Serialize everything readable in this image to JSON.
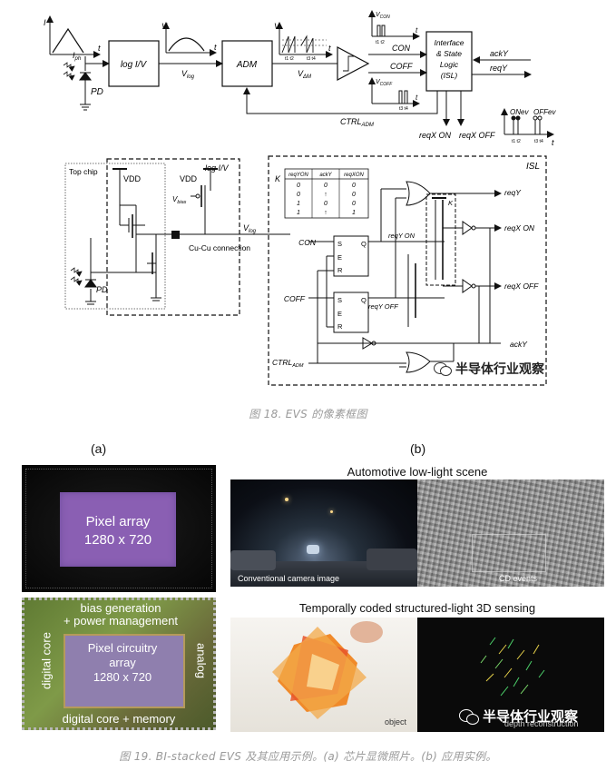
{
  "fig18": {
    "top": {
      "log_iv": "log I/V",
      "adm": "ADM",
      "isl": [
        "Interface",
        "& State",
        "Logic",
        "(ISL)"
      ],
      "i_label": "I",
      "t_label": "t",
      "v_label": "V",
      "iph": "I",
      "iph_sub": "ph",
      "pd": "PD",
      "vlog": "V",
      "vlog_sub": "log",
      "vdelta": "V",
      "vdelta_sub": "ΔM",
      "vcon": "V",
      "vcon_sub": "CON",
      "vcoff": "V",
      "vcoff_sub": "COFF",
      "con": "CON",
      "coff": "COFF",
      "acky": "ackY",
      "reqy": "reqY",
      "ctrl": "CTRL",
      "ctrl_sub": "ADM",
      "reqx_on": "reqX ON",
      "reqx_off": "reqX OFF",
      "onev": "ONev",
      "offev": "OFFev",
      "t1t2": "t1 t2",
      "t3t4": "t3 t4"
    },
    "bottom": {
      "top_chip": "Top chip",
      "vdd1": "VDD",
      "vdd2": "VDD",
      "log_iv": "log I/V",
      "vbias": "V",
      "vbias_sub": "bias",
      "cucu": "Cu-Cu connection",
      "vlog": "V",
      "vlog_sub": "log",
      "pd": "PD",
      "isl": "ISL",
      "k": "K",
      "table_headers": [
        "reqYON",
        "ackY",
        "reqXON"
      ],
      "table_rows": [
        [
          "0",
          "0",
          "0"
        ],
        [
          "0",
          "↑",
          "0"
        ],
        [
          "1",
          "0",
          "0"
        ],
        [
          "1",
          "↑",
          "1"
        ]
      ],
      "con": "CON",
      "coff": "COFF",
      "ctrl": "CTRL",
      "ctrl_sub": "ADM",
      "reqy": "reqY",
      "reqy_on": "reqY ON",
      "reqy_off": "reqY OFF",
      "reqx_on": "reqX ON",
      "reqx_off": "reqX OFF",
      "acky": "ackY",
      "k2": "K",
      "sr": [
        "S",
        "Q",
        "E",
        "R"
      ]
    },
    "watermark": "半导体行业观察",
    "caption": "图 18. EVS 的像素框图"
  },
  "fig19": {
    "label_a": "(a)",
    "label_b": "(b)",
    "pixel_array": "Pixel array",
    "pixel_array_res": "1280 x 720",
    "bias": "bias generation",
    "power": "+ power management",
    "digital_core": "digital core",
    "analog": "analog",
    "pixel_circuitry": "Pixel circuitry",
    "circ_array": "array",
    "circ_res": "1280 x 720",
    "digital_memory": "digital core + memory",
    "auto_title": "Automotive low-light scene",
    "conv_label": "Conventional camera image",
    "cd_label": "CD events",
    "struct_title": "Temporally coded structured-light 3D sensing",
    "object_label": "object",
    "depth_label": "depth reconstruction",
    "watermark": "半导体行业观察",
    "caption": "图 19. BI-stacked EVS 及其应用示例。(a) 芯片显微照片。(b) 应用实例。"
  },
  "colors": {
    "purple": "#8a5fb3",
    "chip_green": "#6f8a3e",
    "chip_lavender": "#8f7fae"
  }
}
